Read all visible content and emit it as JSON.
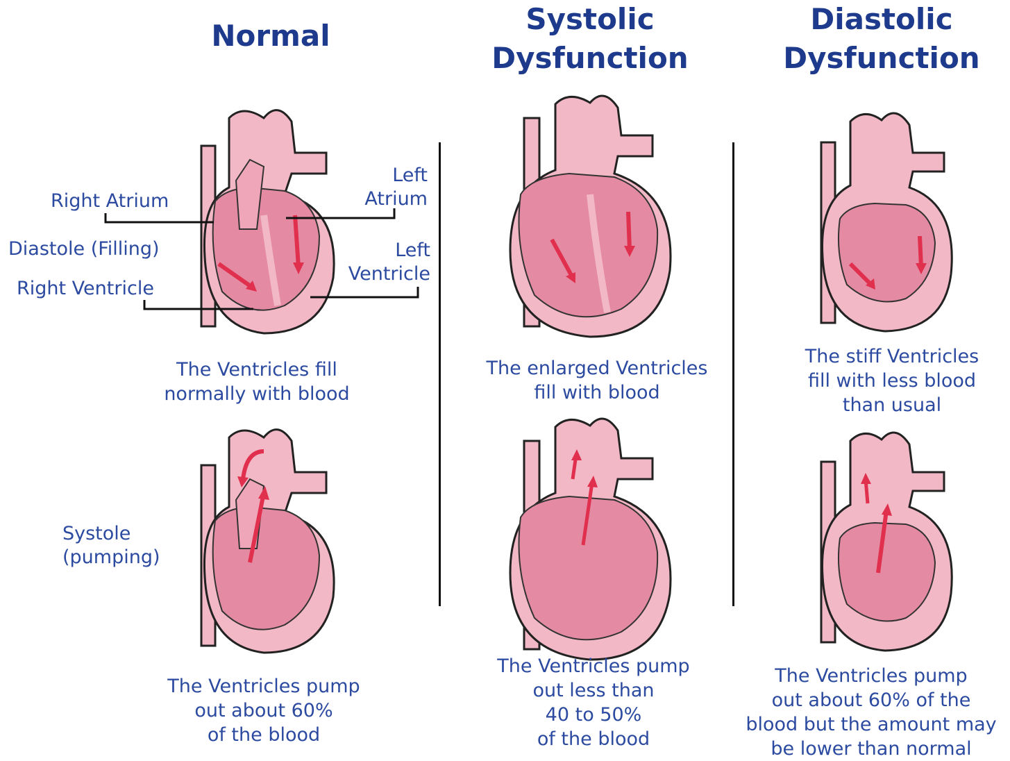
{
  "headings": {
    "normal": "Normal",
    "systolic": "Systolic\nDysfunction",
    "diastolic": "Diastolic\nDysfunction"
  },
  "labels": {
    "right_atrium": "Right Atrium",
    "diastole": "Diastole (Filling)",
    "right_ventricle": "Right Ventricle",
    "left_atrium": "Left\nAtrium",
    "left_ventricle": "Left\nVentricle",
    "systole": "Systole\n(pumping)"
  },
  "captions": {
    "normal_fill": "The Ventricles fill\nnormally with blood",
    "normal_pump": "The Ventricles pump\nout about 60%\nof the blood",
    "systolic_fill": "The enlarged Ventricles\nfill with blood",
    "systolic_pump": "The Ventricles pump\nout less than\n40 to 50%\nof the blood",
    "diastolic_fill": "The stiff Ventricles\nfill with less blood\nthan usual",
    "diastolic_pump": "The Ventricles pump\nout about 60% of the\nblood but the amount may\nbe lower than normal"
  },
  "colors": {
    "heading": "#1d3a8c",
    "text": "#2b4aa0",
    "heart_outer": "#f2b8c6",
    "heart_inner": "#e48aa3",
    "arrow": "#e0304e"
  }
}
